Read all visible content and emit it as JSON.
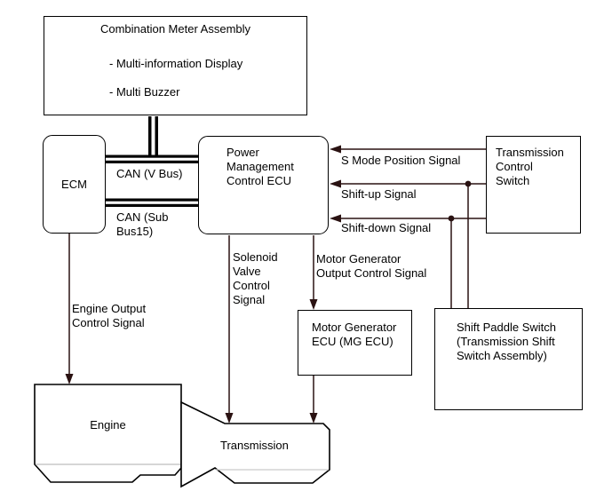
{
  "diagram": {
    "kind": "automotive-signal-block-diagram",
    "boxes": {
      "combination_meter": {
        "title": "Combination Meter Assembly",
        "items": [
          "- Multi-information Display",
          "- Multi Buzzer"
        ]
      },
      "ecm": {
        "label": "ECM"
      },
      "power_management": {
        "label": "Power\nManagement\nControl ECU"
      },
      "transmission_control_switch": {
        "label": "Transmission\nControl\nSwitch"
      },
      "shift_paddle_switch": {
        "label": "Shift Paddle Switch\n(Transmission Shift\nSwitch Assembly)"
      },
      "mg_ecu": {
        "label": "Motor Generator\nECU (MG ECU)"
      },
      "engine": {
        "label": "Engine"
      },
      "transmission": {
        "label": "Transmission"
      }
    },
    "bus_labels": {
      "v_bus": "CAN (V Bus)",
      "sub_bus": "CAN (Sub\nBus15)"
    },
    "signals": {
      "s_mode": "S Mode Position Signal",
      "shift_up": "Shift-up Signal",
      "shift_down": "Shift-down Signal",
      "solenoid": "Solenoid\nValve\nControl\nSignal",
      "motor_generator": "Motor Generator\nOutput Control Signal",
      "engine_output": "Engine Output\nControl Signal"
    },
    "colors": {
      "box_border": "#000000",
      "signal_line": "#2a1212",
      "bus": "#000000",
      "background": "#ffffff",
      "faint_line": "#c9c9c9"
    }
  }
}
